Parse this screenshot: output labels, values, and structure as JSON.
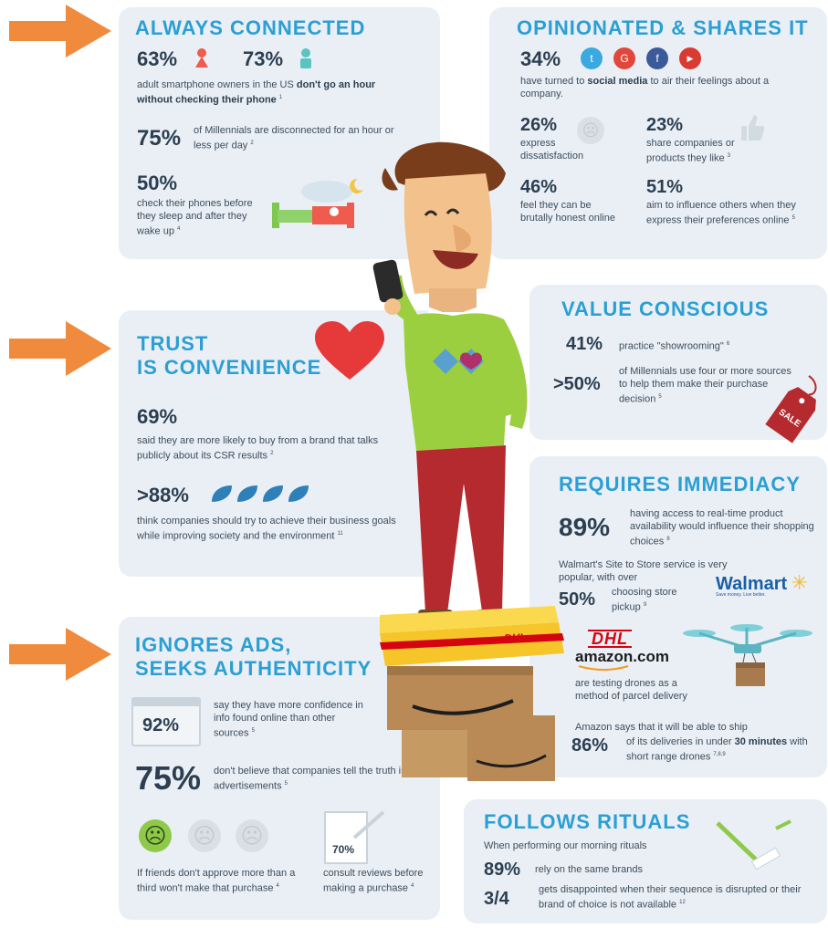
{
  "arrows": [
    "arrow-1",
    "arrow-2",
    "arrow-3"
  ],
  "always_connected": {
    "title": "ALWAYS CONNECTED",
    "stat1": "63%",
    "stat2": "73%",
    "stat12_text_a": "adult smartphone owners in the US ",
    "stat12_text_b": "don't go an hour without checking their phone",
    "stat12_ref": "1",
    "stat3": "75%",
    "stat3_text": "of Millennials are disconnected for an hour or less per day",
    "stat3_ref": "2",
    "stat4": "50%",
    "stat4_text": "check their phones before they sleep and after they wake up",
    "stat4_ref": "4"
  },
  "opinionated": {
    "title": "OPINIONATED & SHARES IT",
    "stat1": "34%",
    "stat1_text_a": "have turned to ",
    "stat1_text_b": "social media",
    "stat1_text_c": " to air their feelings about a company.",
    "stat2": "26%",
    "stat2_text": "express dissatisfaction",
    "stat3": "23%",
    "stat3_text": "share companies or products they like",
    "stat3_ref": "3",
    "stat4": "46%",
    "stat4_text": "feel they can be brutally honest online",
    "stat5": "51%",
    "stat5_text": "aim to influence others when they express their preferences online",
    "stat5_ref": "5"
  },
  "trust": {
    "title_line1": "TRUST",
    "title_line2": "IS CONVENIENCE",
    "stat1": "69%",
    "stat1_text": "said they are more likely to buy from a brand that talks publicly about its CSR results",
    "stat1_ref": "2",
    "stat2": ">88%",
    "stat2_text": "think companies should try to achieve their business goals while improving society and the environment",
    "stat2_ref": "11"
  },
  "value": {
    "title": "VALUE CONSCIOUS",
    "stat1": "41%",
    "stat1_text": "practice \"showrooming\"",
    "stat1_ref": "6",
    "stat2": ">50%",
    "stat2_text": "of Millennials use four or more sources to help them make their purchase decision",
    "stat2_ref": "5",
    "tag_text": "SALE"
  },
  "immediacy": {
    "title": "REQUIRES IMMEDIACY",
    "stat1": "89%",
    "stat1_text": "having access to real-time product availability would influence their shopping choices",
    "stat1_ref": "8",
    "walmart_text": "Walmart's Site to Store service is very popular, with over",
    "stat2": "50%",
    "stat2_text": "choosing store pickup",
    "stat2_ref": "9",
    "walmart_logo": "Walmart",
    "walmart_tagline": "Save money. Live better.",
    "dhl_logo": "DHL",
    "amazon_logo": "amazon.com",
    "drone_text": "are testing drones as a method of parcel delivery",
    "amazon_text_a": "Amazon says that it will be able to ship",
    "stat3": "86%",
    "stat3_text_a": "of its deliveries in under ",
    "stat3_text_b": "30 minutes",
    "stat3_text_c": " with short range drones",
    "stat3_ref": "7,8,9",
    "box_label": "DHL"
  },
  "ads": {
    "title_line1": "IGNORES ADS,",
    "title_line2": "SEEKS AUTHENTICITY",
    "stat1": "92%",
    "stat1_text": "say they have more confidence in info found online than other sources",
    "stat1_ref": "5",
    "stat2": "75%",
    "stat2_text": "don't believe that companies tell the truth in advertisements",
    "stat2_ref": "5",
    "friends_text": "If friends don't approve more than a third won't make that purchase",
    "friends_ref": "4",
    "stat3": "70%",
    "stat3_text": "consult reviews before making a purchase",
    "stat3_ref": "4"
  },
  "rituals": {
    "title": "FOLLOWS RITUALS",
    "intro": "When performing our morning rituals",
    "stat1": "89%",
    "stat1_text": "rely on the same brands",
    "stat2": "3/4",
    "stat2_text": "gets disappointed when their sequence is disrupted or their brand of choice is not available",
    "stat2_ref": "12"
  },
  "colors": {
    "accent": "#2b9fd4",
    "arrow": "#f08a3c",
    "panel": "#e9eff5",
    "shirt": "#9ccf3f",
    "pants": "#b52a2e",
    "heart": "#e63a3a"
  }
}
